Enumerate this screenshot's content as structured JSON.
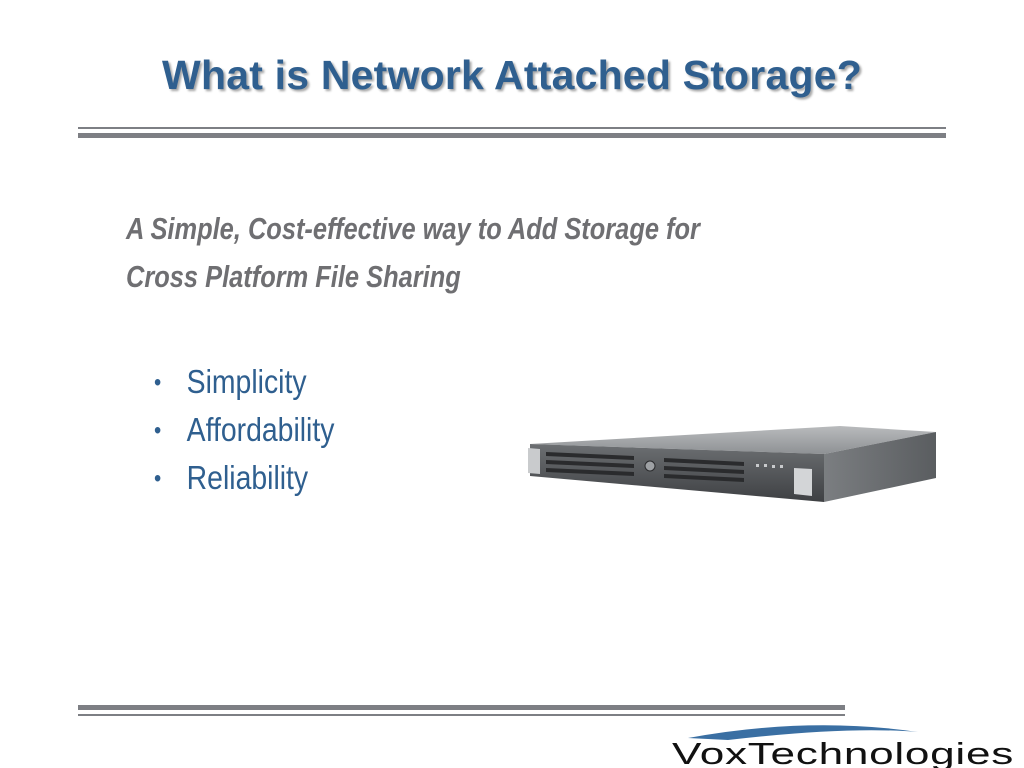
{
  "slide": {
    "title": "What is Network Attached Storage?",
    "subtitle_lines": [
      "A Simple, Cost-effective way to Add Storage for",
      "Cross Platform File Sharing"
    ],
    "bullets": [
      "Simplicity",
      "Affordability",
      "Reliability"
    ],
    "bullet_glyph": "•"
  },
  "logo": {
    "text": "VoxTechnologies"
  },
  "colors": {
    "title": "#2f5f8f",
    "subtitle": "#6f6f72",
    "bullets": "#2f5f8f",
    "rules": "#7d7f84",
    "logo_swoosh": "#3a6fa3"
  }
}
